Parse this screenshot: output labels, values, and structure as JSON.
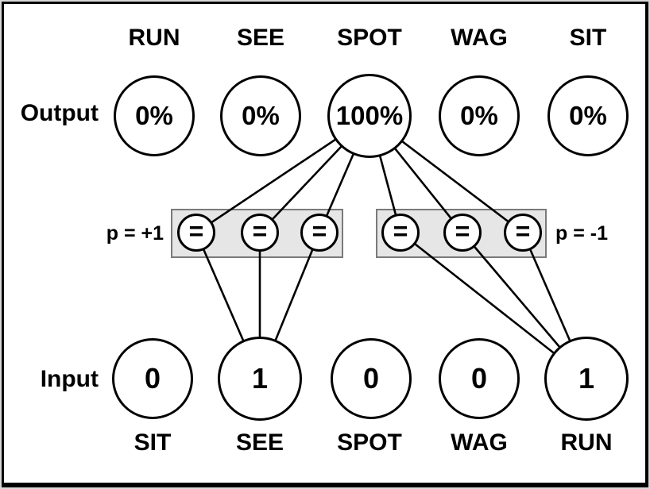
{
  "diagram": {
    "title_hint": "two-layer perceptron word network",
    "output_row_label": "Output",
    "input_row_label": "Input",
    "outputs": [
      {
        "label": "RUN",
        "value": "0%"
      },
      {
        "label": "SEE",
        "value": "0%"
      },
      {
        "label": "SPOT",
        "value": "100%"
      },
      {
        "label": "WAG",
        "value": "0%"
      },
      {
        "label": "SIT",
        "value": "0%"
      }
    ],
    "inputs": [
      {
        "label": "SIT",
        "value": "0"
      },
      {
        "label": "SEE",
        "value": "1"
      },
      {
        "label": "SPOT",
        "value": "0"
      },
      {
        "label": "WAG",
        "value": "0"
      },
      {
        "label": "RUN",
        "value": "1"
      }
    ],
    "weight_groups": [
      {
        "p_label": "p = +1",
        "weights": [
          "=",
          "=",
          "="
        ],
        "connected_output": "SPOT",
        "connected_input": "SEE"
      },
      {
        "p_label": "p = -1",
        "weights": [
          "=",
          "=",
          "="
        ],
        "connected_output": "SPOT",
        "connected_input": "RUN"
      }
    ],
    "colors": {
      "line": "#000000",
      "weight_box_fill": "#e6e6e6",
      "weight_box_border": "#7a7a7a",
      "node_fill": "#ffffff",
      "node_border": "#000000"
    }
  }
}
